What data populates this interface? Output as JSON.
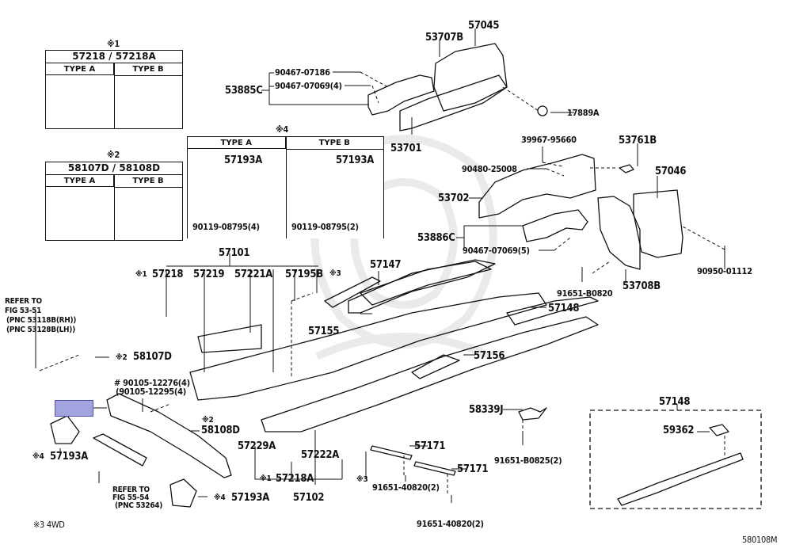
{
  "diagram": {
    "figure_id": "580108M",
    "footnote": "※3  4WD",
    "highlight_label": "",
    "tables": [
      {
        "ref": "※1",
        "title": "57218 / 57218A",
        "type_a": "TYPE  A",
        "type_b": "TYPE  B"
      },
      {
        "ref": "※2",
        "title": "58107D / 58108D",
        "type_a": "TYPE  A",
        "type_b": "TYPE  B"
      },
      {
        "ref": "※4",
        "type_a": "TYPE A",
        "type_b": "TYPE B",
        "part_a": "57193A",
        "bolt_a": "90119-08795(4)",
        "part_b": "57193A",
        "bolt_b": "90119-08795(2)"
      }
    ],
    "callouts": {
      "p53885C": "53885C",
      "p90467_07186": "90467-07186",
      "p90467_07069_4": "90467-07069(4)",
      "p53707B": "53707B",
      "p57045": "57045",
      "p17889A": "17889A",
      "p53701": "53701",
      "p39967_95660": "39967-95660",
      "p53761B": "53761B",
      "p90480_25008": "90480-25008",
      "p57046": "57046",
      "p53702": "53702",
      "p53886C": "53886C",
      "p90467_07069_5": "90467-07069(5)",
      "p90950_01112": "90950-01112",
      "p91651_B0820": "91651-B0820",
      "p53708B": "53708B",
      "p57101": "57101",
      "p57218": "57218",
      "p57218_ref": "※1",
      "p57219": "57219",
      "p57221A": "57221A",
      "p57195B": "57195B",
      "p57195B_ref": "※3",
      "p57147": "57147",
      "p57148a": "57148",
      "p57155": "57155",
      "p57156": "57156",
      "refer1_l1": "REFER TO",
      "refer1_l2": "FIG 53-51",
      "refer1_l3": "(PNC 53118B(RH))",
      "refer1_l4": "(PNC 53128B(LH))",
      "p58107D": "58107D",
      "p58107D_ref": "※2",
      "p90105_12276": "# 90105-12276(4)",
      "p90105_12295": "(90105-12295(4)",
      "p58108D": "58108D",
      "p58108D_ref": "※2",
      "p57193A_l": "57193A",
      "p57193A_l_ref": "※4",
      "refer2_l1": "REFER TO",
      "refer2_l2": "FIG 55-54",
      "refer2_l3": "(PNC 53264)",
      "p57193A_b": "57193A",
      "p57193A_b_ref": "※4",
      "p57229A": "57229A",
      "p57222A": "57222A",
      "p57218A": "57218A",
      "p57218A_ref": "※1",
      "p57102": "57102",
      "p57102_ref3": "※3",
      "p57171a": "57171",
      "p57171b": "57171",
      "p91651_40820a": "91651-40820(2)",
      "p91651_40820b": "91651-40820(2)",
      "p58339J": "58339J",
      "p91651_B0825": "91651-B0825(2)",
      "p57148b": "57148",
      "p59362": "59362"
    }
  }
}
